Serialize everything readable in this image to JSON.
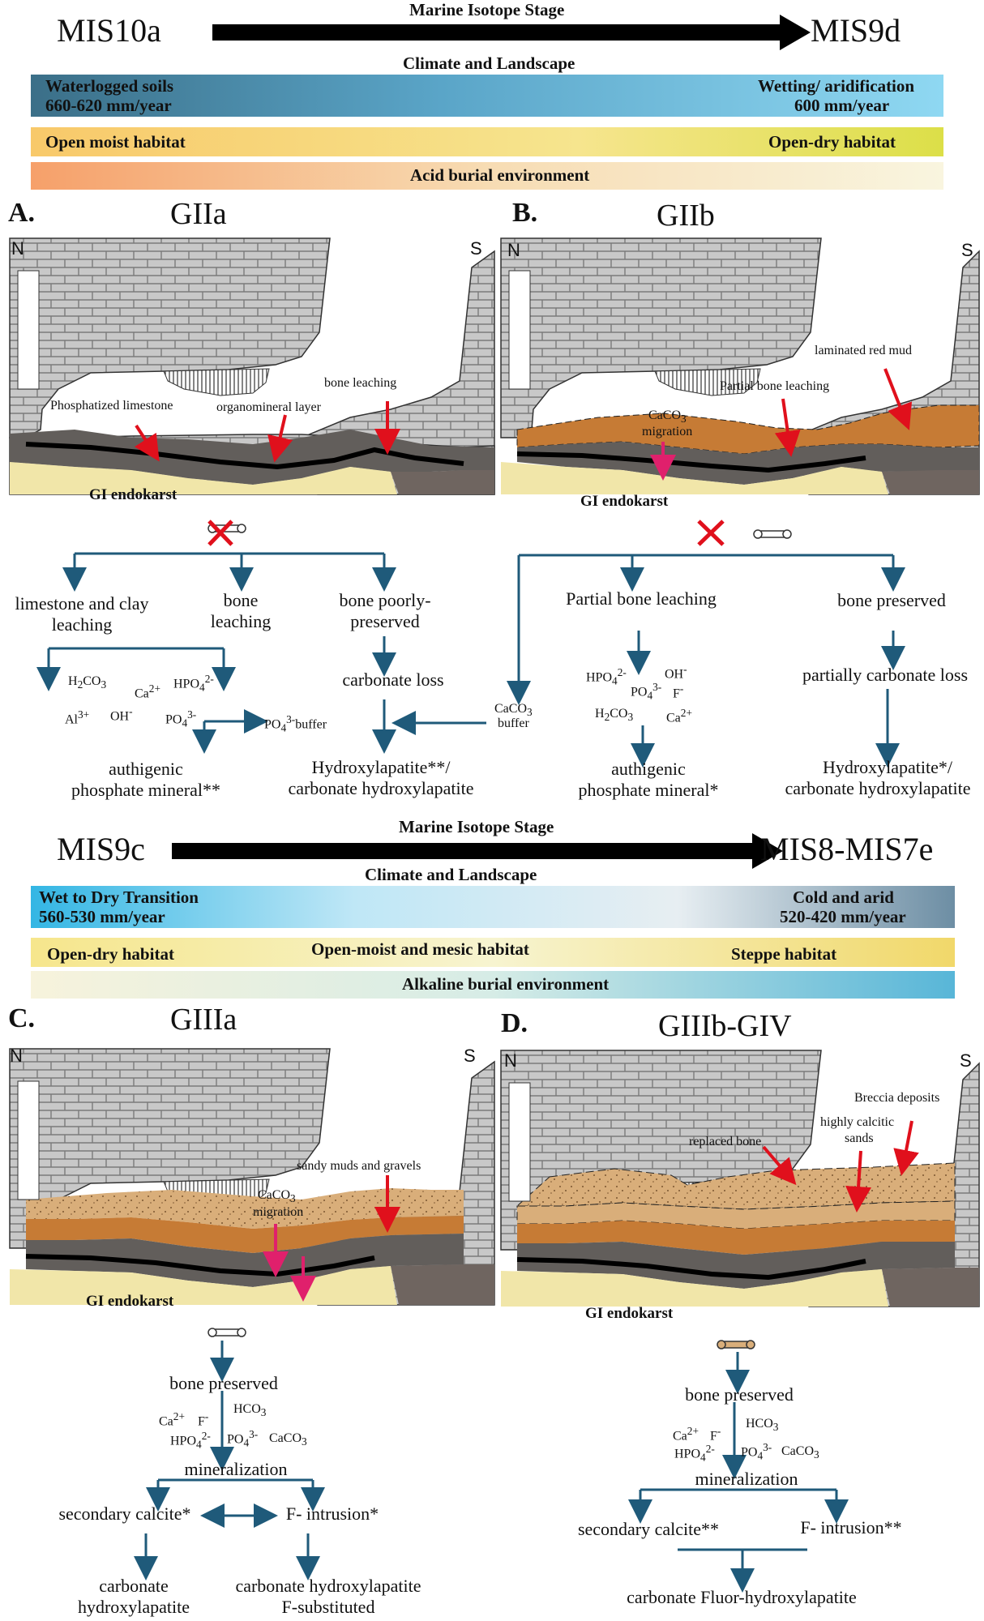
{
  "top": {
    "stage_title": "Marine Isotope Stage",
    "start": "MIS10a",
    "end": "MIS9d",
    "climate_title": "Climate and Landscape",
    "band1_left_l1": "Waterlogged soils",
    "band1_left_l2": "660-620 mm/year",
    "band1_right_l1": "Wetting/ aridification",
    "band1_right_l2": "600 mm/year",
    "band2_left": "Open moist habitat",
    "band2_right": "Open-dry habitat",
    "band3": "Acid burial environment"
  },
  "panelA": {
    "letter": "A.",
    "title": "GIIa",
    "n": "N",
    "s": "S",
    "lbl_phos": "Phosphatized limestone",
    "lbl_organ": "organomineral layer",
    "lbl_leach": "bone leaching",
    "endokarst": "GI endokarst",
    "f1": "limestone and clay leaching",
    "f2": "bone leaching",
    "f3": "bone poorly-preserved",
    "carb_loss": "carbonate loss",
    "buffer": "PO4 buffer",
    "authi1": "authigenic",
    "authi2": "phosphate mineral**",
    "hap1": "Hydroxylapatite**/",
    "hap2": "carbonate hydroxylapatite",
    "chem": [
      "H2CO3",
      "Ca2+",
      "HPO42-",
      "Al3+",
      "OH-",
      "PO43-"
    ]
  },
  "panelB": {
    "letter": "B.",
    "title": "GIIb",
    "n": "N",
    "s": "S",
    "lbl_red": "laminated red mud",
    "lbl_partial": "Partial bone leaching",
    "lbl_caco3": "CaCO3",
    "lbl_mig": "migration",
    "endokarst": "GI endokarst",
    "f1": "Partial bone leaching",
    "f2": "bone preserved",
    "carb_loss": "partially carbonate loss",
    "buffer1": "CaCO3",
    "buffer2": "buffer",
    "authi1": "authigenic",
    "authi2": "phosphate mineral*",
    "hap1": "Hydroxylapatite*/",
    "hap2": "carbonate hydroxylapatite",
    "chem": [
      "HPO42-",
      "OH-",
      "PO43-",
      "F-",
      "H2CO3",
      "Ca2+"
    ]
  },
  "mid": {
    "stage_title": "Marine Isotope Stage",
    "start": "MIS9c",
    "end": "MIS8-MIS7e",
    "climate_title": "Climate and Landscape",
    "band1_left_l1": "Wet to Dry Transition",
    "band1_left_l2": "560-530 mm/year",
    "band1_right_l1": "Cold and arid",
    "band1_right_l2": "520-420 mm/year",
    "band2_left": "Open-dry habitat",
    "band2_mid": "Open-moist and mesic habitat",
    "band2_right": "Steppe habitat",
    "band3": "Alkaline burial environment"
  },
  "panelC": {
    "letter": "C.",
    "title": "GIIIa",
    "n": "N",
    "s": "S",
    "lbl_sandy": "sandy muds and gravels",
    "lbl_caco3": "CaCO3",
    "lbl_mig": "migration",
    "endokarst": "GI endokarst",
    "preserved": "bone preserved",
    "mineral": "mineralization",
    "sec": "secondary calcite*",
    "fint": "F- intrusion*",
    "out1a": "carbonate",
    "out1b": "hydroxylapatite",
    "out2a": "carbonate hydroxylapatite",
    "out2b": "F-substituted",
    "chem": [
      "Ca2+",
      "F-",
      "HCO3",
      "HPO42-",
      "PO43-",
      "CaCO3"
    ]
  },
  "panelD": {
    "letter": "D.",
    "title": "GIIIb-GIV",
    "n": "N",
    "s": "S",
    "lbl_breccia": "Breccia deposits",
    "lbl_calc1": "highly calcitic",
    "lbl_calc2": "sands",
    "lbl_replaced": "replaced bone",
    "endokarst": "GI endokarst",
    "preserved": "bone preserved",
    "mineral": "mineralization",
    "sec": "secondary calcite**",
    "fint": "F- intrusion**",
    "out": "carbonate Fluor-hydroxylapatite",
    "chem": [
      "Ca2+",
      "F-",
      "HCO3",
      "HPO42-",
      "PO43-",
      "CaCO3"
    ]
  }
}
